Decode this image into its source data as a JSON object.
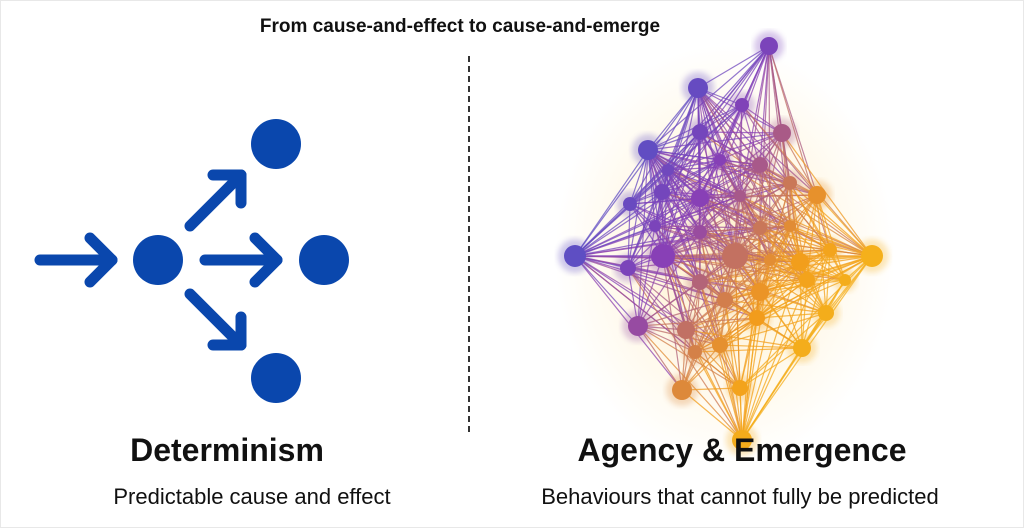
{
  "title": "From cause-and-effect to cause-and-emerge",
  "left": {
    "heading": "Determinism",
    "subtitle": "Predictable cause and effect"
  },
  "right": {
    "heading": "Agency & Emergence",
    "subtitle": "Behaviours that cannot fully be predicted"
  },
  "colors": {
    "determinism_blue": "#0a47ad",
    "network_blue": "#2a6fe0",
    "network_purple": "#8a3fb5",
    "network_orange": "#f29b1c",
    "network_yellow": "#f7c21a"
  }
}
